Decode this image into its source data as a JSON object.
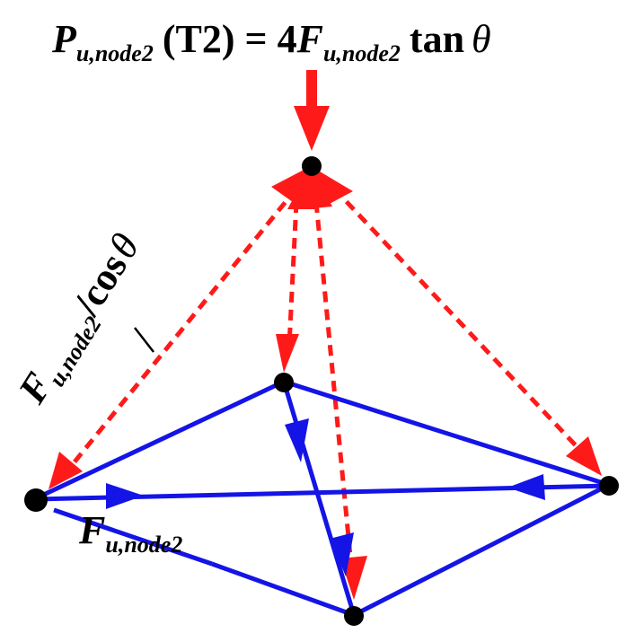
{
  "equation": {
    "p_symbol": "P",
    "p_subscript": "u,node2",
    "t2": "(T2) = 4",
    "f_symbol": "F",
    "f_subscript": "u,node2",
    "tan": "tan",
    "theta": "θ"
  },
  "strut_label": {
    "f_symbol": "F",
    "subscript": "u,node2",
    "ratio": "/cos",
    "theta": "θ"
  },
  "tie_label": {
    "f_symbol": "F",
    "subscript": "u,node2"
  },
  "colors": {
    "compression_strut": "#ff1a1a",
    "tension_tie": "#1414e6",
    "node": "#000000",
    "text": "#000000"
  }
}
